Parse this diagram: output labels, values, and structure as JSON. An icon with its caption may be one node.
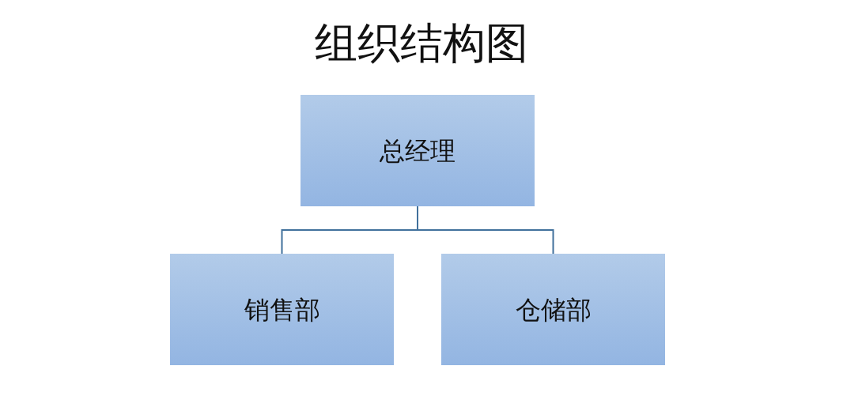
{
  "diagram": {
    "title": "组织结构图",
    "nodes": [
      {
        "text": [
          "总经理"
        ]
      },
      {
        "text": [
          "销售部"
        ]
      },
      {
        "text": [
          "仓储部"
        ]
      }
    ],
    "edges": [
      {
        "from": 0,
        "to": 1,
        "arrow": "none"
      },
      {
        "from": 0,
        "to": 2,
        "arrow": "none"
      }
    ]
  }
}
